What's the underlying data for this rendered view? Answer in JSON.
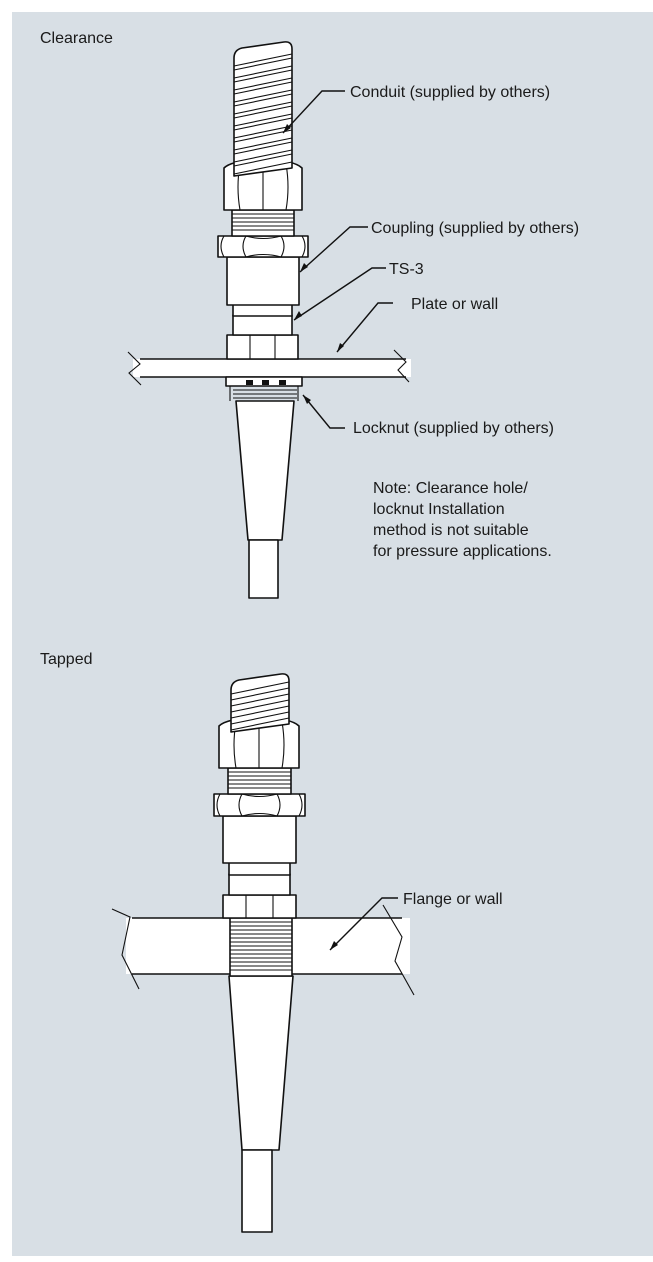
{
  "sections": {
    "clearance": {
      "title": "Clearance",
      "labels": {
        "conduit": "Conduit (supplied by others)",
        "coupling": "Coupling (supplied by others)",
        "ts3": "TS-3",
        "plate": "Plate or wall",
        "locknut": "Locknut (supplied by others)"
      },
      "note": [
        "Note: Clearance hole/",
        "locknut Installation",
        "method is not suitable",
        "for pressure applications."
      ]
    },
    "tapped": {
      "title": "Tapped",
      "labels": {
        "flange": "Flange or wall"
      }
    }
  },
  "colors": {
    "panel_background": "#d8dfe5",
    "part_fill": "#ffffff",
    "outline": "#111111",
    "text": "#1a1a1a"
  }
}
